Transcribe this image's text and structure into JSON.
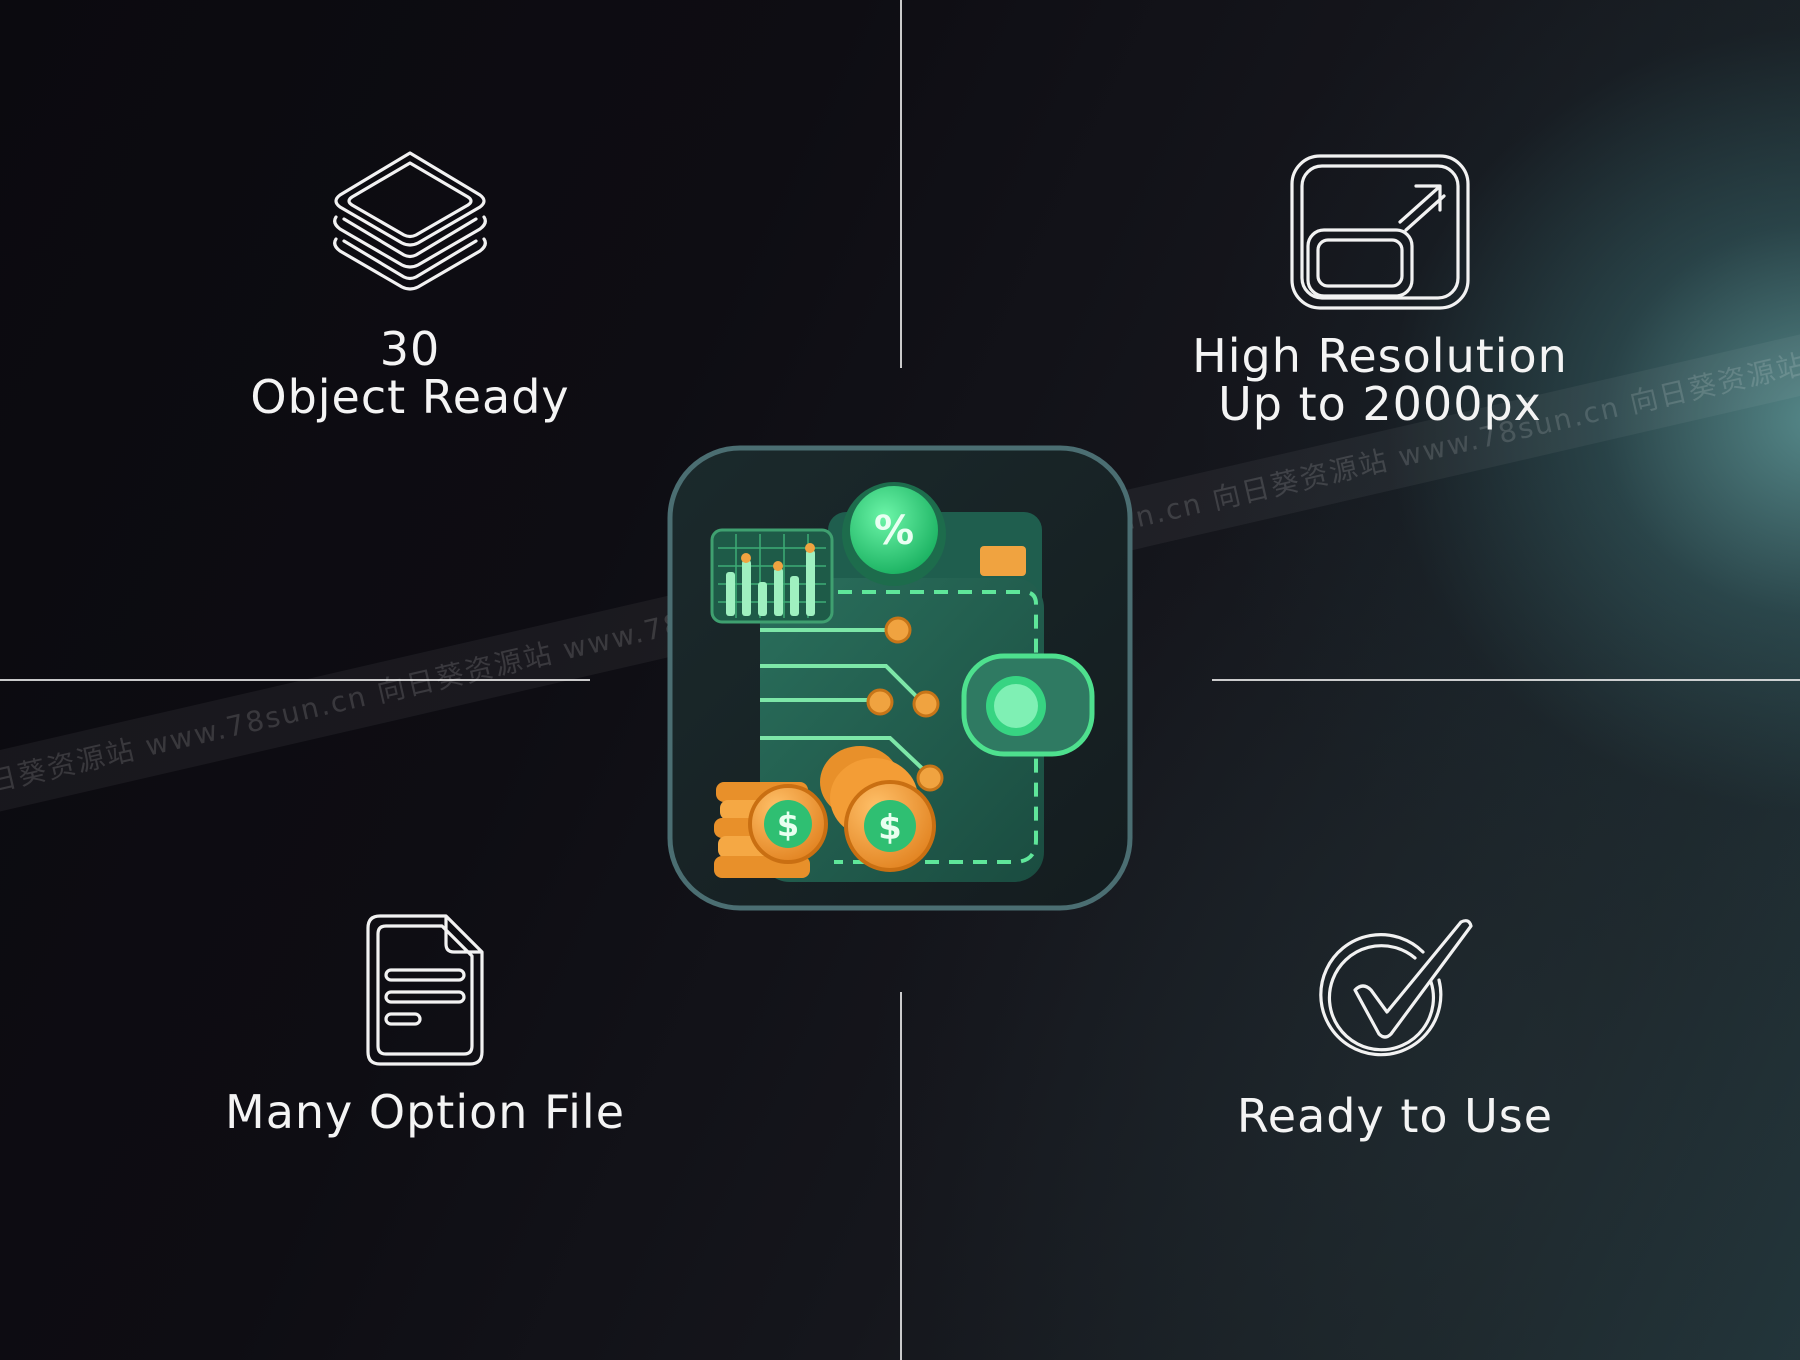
{
  "features": {
    "objects": {
      "lines": [
        "30",
        "Object Ready"
      ],
      "icon": "layers-icon"
    },
    "resolution": {
      "lines": [
        "High Resolution",
        "Up to 2000px"
      ],
      "icon": "resize-expand-icon"
    },
    "file": {
      "lines": [
        "Many Option File"
      ],
      "icon": "document-icon"
    },
    "ready": {
      "lines": [
        "Ready to Use"
      ],
      "icon": "checkmark-icon"
    }
  },
  "hero": {
    "icon": "wallet-finance-3d-icon",
    "badge_symbol": "%",
    "coin_symbol": "$"
  },
  "watermark": {
    "text": "向日葵资源站   www.78sun.cn"
  },
  "colors": {
    "accent_green": "#3fe08a",
    "wallet_teal": "#1e5a4c",
    "coin_orange": "#f29a2e",
    "line_white": "#eeeeee"
  }
}
